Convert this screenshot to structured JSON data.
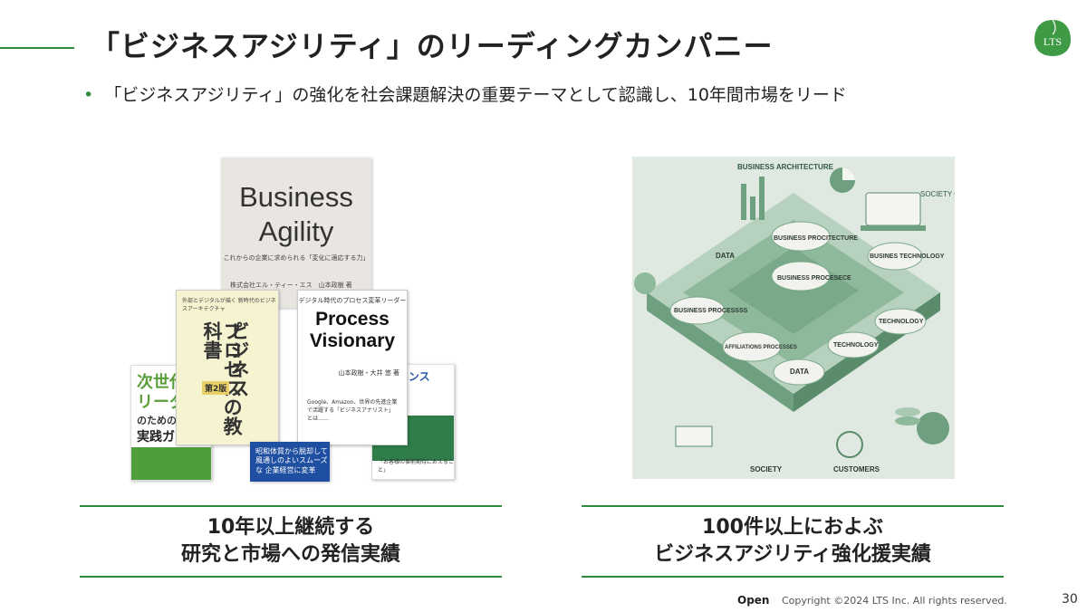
{
  "slide": {
    "title": "「ビジネスアジリティ」のリーディングカンパニー",
    "bullet": "「ビジネスアジリティ」の強化を社会課題解決の重要テーマとして認識し、10年間市場をリード",
    "logo_text": "LTS",
    "accent_color": "#2e8b3e"
  },
  "books": {
    "agility": {
      "title_line1": "Business",
      "title_line2": "Agility",
      "subtitle": "これからの企業に求められる「変化に適応する力」",
      "author": "株式会社エル・ティー・エス　山本政樹 著"
    },
    "green": {
      "line1": "次世代",
      "line2": "リーダ",
      "line3": "のための",
      "line4": "実践ガ"
    },
    "textbook": {
      "top": "外部とデジタルが描く 新時代のビジネスアーキテクチャ",
      "vertical_right": "ビジネス",
      "vertical_left": "プロセスの教科書",
      "edition_tag": "第2版"
    },
    "process": {
      "top": "デジタル時代のプロセス変革リーダー",
      "title_line1": "Process",
      "title_line2": "Visionary",
      "author": "山本政樹・大井 悠 著",
      "tagline": "Google、Amazon、世界の先進企業で活躍する「ビジネスアナリスト」とは……"
    },
    "science": {
      "title": "サイエンス",
      "footer": "「お客様の事前期待におえること」"
    },
    "blue": {
      "text": "昭和体質から脱却して 風通しのよいスムーズな 企業経営に変革"
    }
  },
  "illustration": {
    "labels": {
      "business_architecture": "BUSINESS ARCHITECTURE",
      "society_customers_top": "SOCIETY CUSTOMERS",
      "business_procitecture": "BUSINESS PROCITECTURE",
      "data_left": "DATA",
      "busines_technology": "BUSINES TECHNOLOGY",
      "business_procesece": "BUSINESS PROCESECE",
      "business_processss": "BUSINESS PROCESSSS",
      "technology": "TECHNOLOGY",
      "affiliations_processes": "AFFILIATIONS PROCESSES",
      "technology_2": "TECHNOLOGY",
      "data_bottom": "DATA",
      "society": "SOCIETY",
      "customers": "CUSTOMERS"
    },
    "colors": {
      "background": "#dfe9e1",
      "platform": "#7fae8e",
      "platform_dark": "#4f8a66",
      "disc": "#f2f2ee"
    }
  },
  "captions": {
    "left_line1": "10年以上継続する",
    "left_line2": "研究と市場への発信実績",
    "right_line1": "100件以上におよぶ",
    "right_line2": "ビジネスアジリティ強化援実績"
  },
  "footer": {
    "classification": "Open",
    "copyright": "Copyright ©2024 LTS Inc. All rights reserved.",
    "page_number": "30"
  }
}
